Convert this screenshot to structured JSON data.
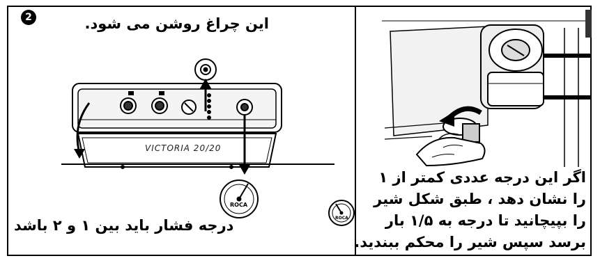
{
  "step": {
    "number": "2"
  },
  "left": {
    "lamp_caption": "این چراغ روشن می شود.",
    "panel_model": "VICTORIA 20/20",
    "gauge_brand": "ROCA",
    "pressure_caption": "درجه فشار باید بین ۱ و ۲ باشد"
  },
  "right": {
    "instruction_lines": [
      "اگر این درجه عددی کمتر از ۱",
      "را نشان دهد ، طبق شکل شیر",
      "را بپیچانید تا درجه به ۱/۵ بار",
      "برسد سپس شیر را محکم ببندید."
    ],
    "gauge_brand": "ROCA"
  }
}
